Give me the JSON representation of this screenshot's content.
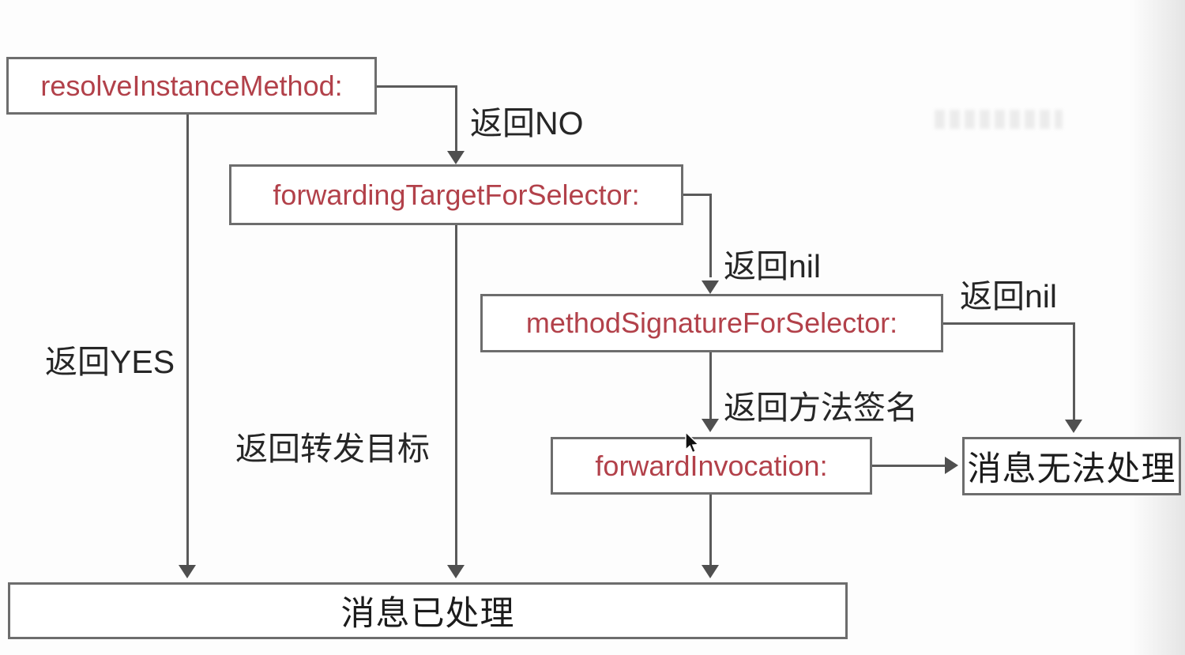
{
  "nodes": {
    "resolve_instance_method": {
      "label": "resolveInstanceMethod:"
    },
    "forwarding_target_for_selector": {
      "label": "forwardingTargetForSelector:"
    },
    "method_signature_for_selector": {
      "label": "methodSignatureForSelector:"
    },
    "forward_invocation": {
      "label": "forwardInvocation:"
    },
    "message_unhandled": {
      "label": "消息无法处理"
    },
    "message_handled": {
      "label": "消息已处理"
    }
  },
  "edge_labels": {
    "return_no": "返回NO",
    "return_yes": "返回YES",
    "return_forward_target": "返回转发目标",
    "return_nil_to_signature": "返回nil",
    "return_method_signature": "返回方法签名",
    "return_nil_to_unhandled": "返回nil"
  },
  "colors": {
    "method_text": "#b2414a",
    "outcome_text": "#1c1c1c",
    "box_border": "#6d6d6d",
    "connector": "#5a5a5a",
    "label_text": "#262626",
    "background": "#fdfdfd"
  }
}
